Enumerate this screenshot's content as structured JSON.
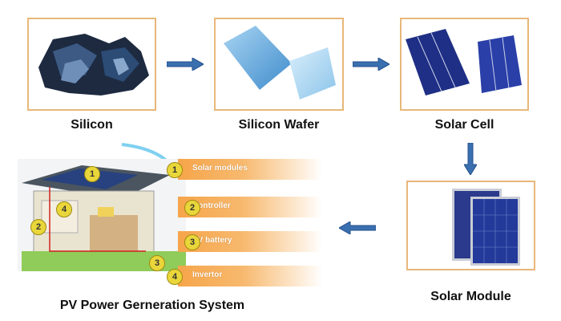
{
  "steps": {
    "silicon": "Silicon",
    "wafer": "Silicon Wafer",
    "cell": "Solar Cell",
    "module": "Solar Module",
    "system": "PV Power Gerneration System"
  },
  "components": [
    {
      "num": "1",
      "label": "Solar modules"
    },
    {
      "num": "2",
      "label": "Controller"
    },
    {
      "num": "3",
      "label": "PV battery"
    },
    {
      "num": "4",
      "label": "Invertor"
    }
  ],
  "colors": {
    "box_border": "#e8b77a",
    "arrow": "#3a6fb0",
    "bar": "#f6a54a",
    "badge": "#e9d63a"
  }
}
